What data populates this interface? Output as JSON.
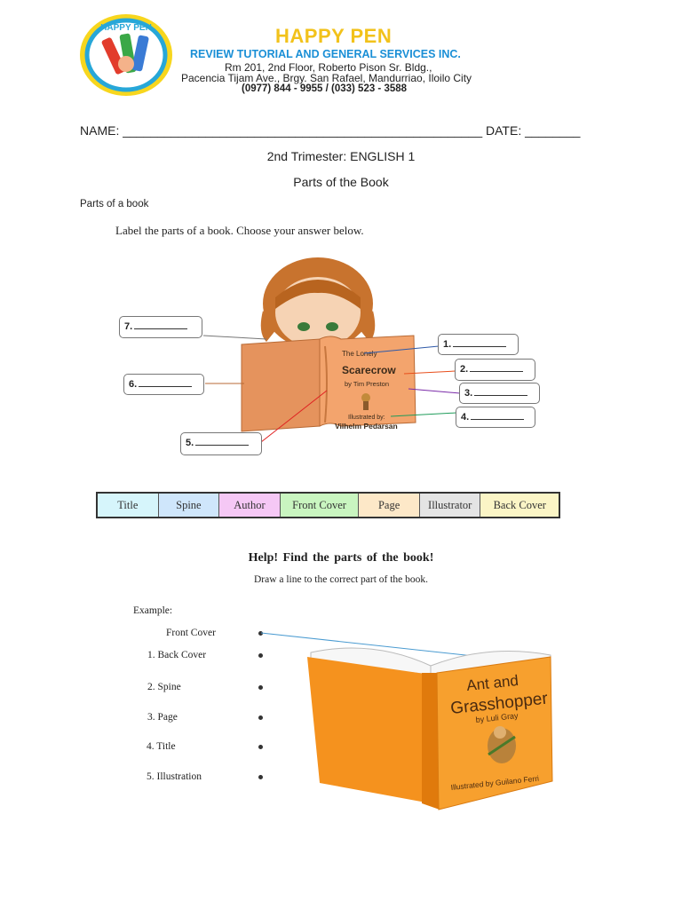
{
  "header": {
    "logo_text": "HAPPY PEN",
    "company_title": "HAPPY PEN",
    "company_subtitle": "REVIEW TUTORIAL AND GENERAL SERVICES INC.",
    "address_line1": "Rm 201, 2nd Floor, Roberto Pison Sr. Bldg.,",
    "address_line2": "Pacencia Tijam Ave., Brgy. San Rafael, Mandurriao, Iloilo City",
    "phone": "(0977) 844 - 9955 / (033) 523 - 3588"
  },
  "form": {
    "name_label": "NAME:",
    "name_blank": "____________________________________________________",
    "date_label": "DATE:",
    "date_blank": "________"
  },
  "titles": {
    "trimester": "2nd Trimester: ENGLISH 1",
    "topic": "Parts of the Book",
    "section": "Parts of a book",
    "instruction": "Label the parts of a book. Choose your answer below."
  },
  "book1": {
    "title": "The Lonely Scarecrow",
    "title_line1": "The Lonely",
    "title_line2": "Scarecrow",
    "author": "by Tim Preston",
    "illustrated_line1": "Illustrated by:",
    "illustrated_line2": "Vilhelm Pedarsan"
  },
  "label_boxes": [
    {
      "num": "7."
    },
    {
      "num": "6."
    },
    {
      "num": "5."
    },
    {
      "num": "1."
    },
    {
      "num": "2."
    },
    {
      "num": "3."
    },
    {
      "num": "4."
    }
  ],
  "choices": [
    {
      "label": "Title",
      "color": "#d6f5fb"
    },
    {
      "label": "Spine",
      "color": "#cfe6fb"
    },
    {
      "label": "Author",
      "color": "#f5c8f5"
    },
    {
      "label": "Front Cover",
      "color": "#c9f5c0"
    },
    {
      "label": "Page",
      "color": "#fde8c8"
    },
    {
      "label": "Illustrator",
      "color": "#e4e4e4"
    },
    {
      "label": "Back Cover",
      "color": "#fbf5c6"
    }
  ],
  "activity2": {
    "heading": "Help!  Find the parts of the book!",
    "instruction": "Draw a line to the correct part of the book.",
    "example_label": "Example:",
    "example_item": "Front Cover",
    "items": [
      "1.   Back Cover",
      "2.   Spine",
      "3.  Page",
      "4. Title",
      "5. Illustration"
    ]
  },
  "book2": {
    "title_line1": "Ant and",
    "title_line2": "Grasshopper",
    "author": "by Luli Gray",
    "illustrator": "Illustrated by Guilano Ferri"
  }
}
